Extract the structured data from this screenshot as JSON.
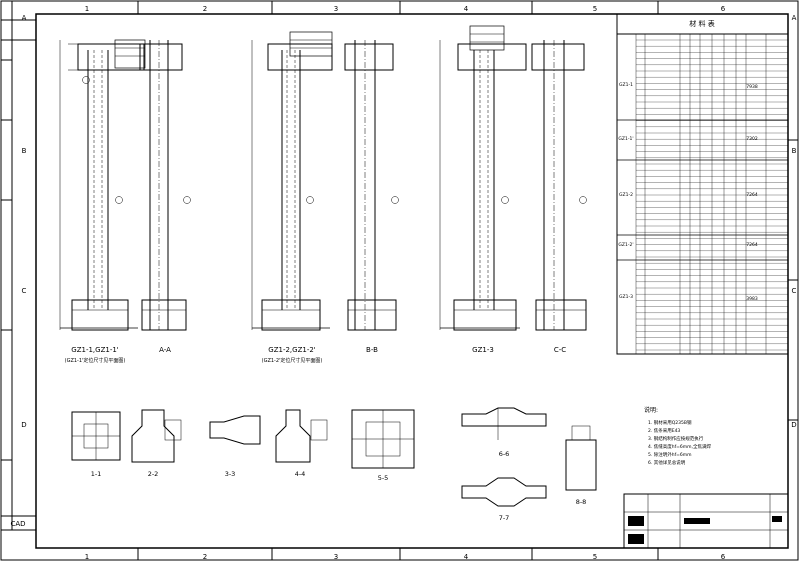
{
  "frame": {
    "columns": [
      "1",
      "2",
      "3",
      "4",
      "5",
      "6"
    ],
    "rows": [
      "A",
      "B",
      "C",
      "D"
    ],
    "corner_label": "CAD"
  },
  "columns_elevation": [
    {
      "caption": "GZ1-1,GZ1-1'",
      "sub_caption": "(GZ1-1'定位尺寸见平面图)",
      "section_caption": "A-A"
    },
    {
      "caption": "GZ1-2,GZ1-2'",
      "sub_caption": "(GZ1-2'定位尺寸见平面图)",
      "section_caption": "B-B"
    },
    {
      "caption": "GZ1-3",
      "sub_caption": "",
      "section_caption": "C-C"
    }
  ],
  "sections": [
    "1-1",
    "2-2",
    "3-3",
    "4-4",
    "5-5",
    "6-6",
    "7-7",
    "8-8"
  ],
  "material_table": {
    "title": "材 料 表",
    "group_labels": [
      "GZ1-1",
      "GZ1-1'",
      "GZ1-2",
      "GZ1-2'",
      "GZ1-3"
    ],
    "totals": [
      "7938",
      "7302",
      "7264",
      "7264",
      "3983"
    ]
  },
  "notes": {
    "heading": "说明:",
    "items": [
      "1. 钢材采用Q235B钢",
      "2. 焦条采用E43",
      "3. 钢结构制作应按规范执行",
      "4. 焦缝高度hf=6mm,全焦满焊",
      "5. 除注明外hf=6mm",
      "6. 其他详见总说明"
    ]
  }
}
